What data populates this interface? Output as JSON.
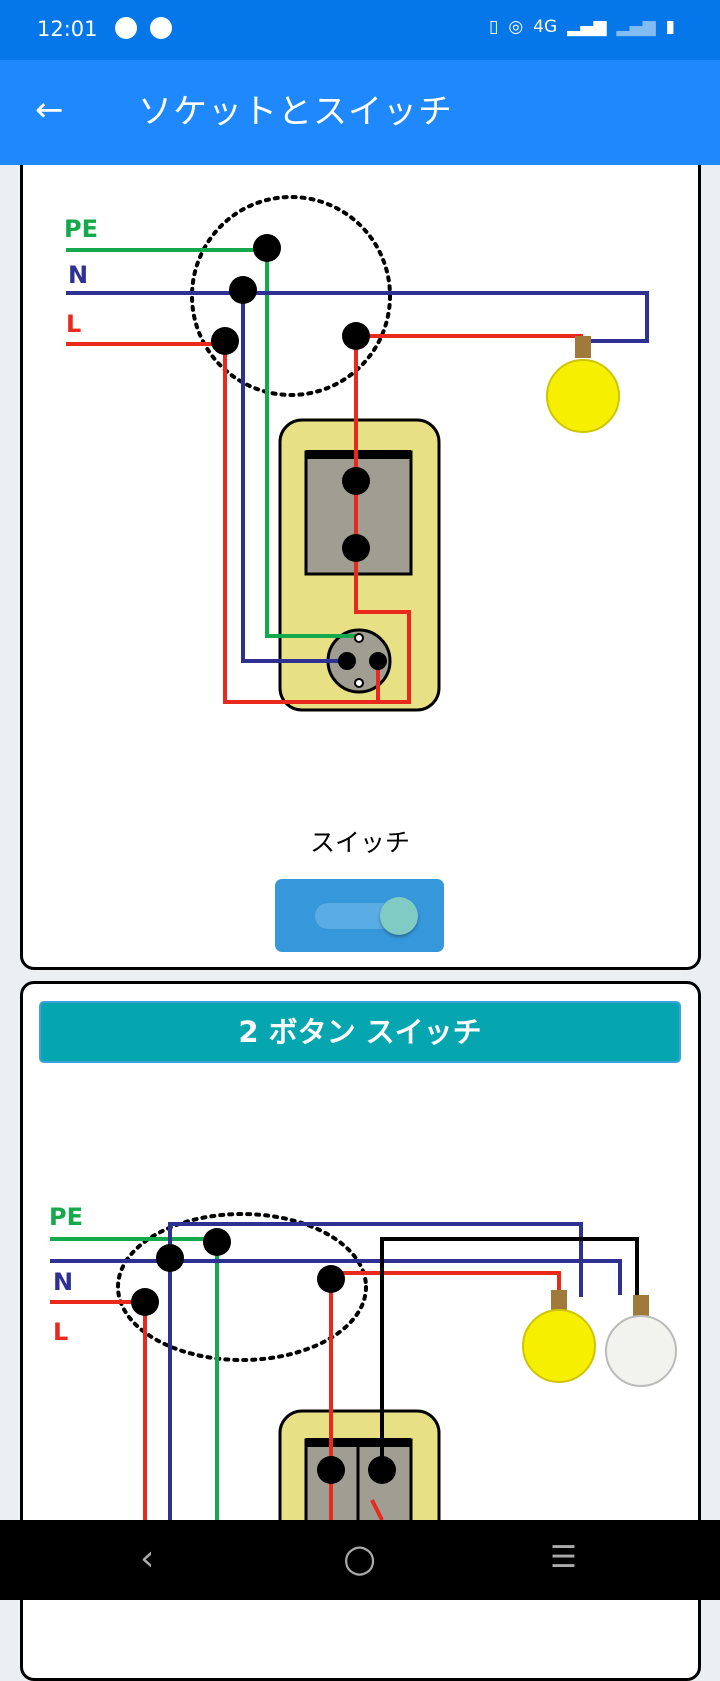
{
  "status_bar": {
    "time": "12:01",
    "network": "4G"
  },
  "app_bar": {
    "title": "ソケットとスイッチ",
    "back_icon": "arrow-left-icon"
  },
  "card1": {
    "switch_label": "スイッチ",
    "switch_on": true,
    "diagram_labels": {
      "pe": "PE",
      "n": "N",
      "l": "L"
    }
  },
  "card2": {
    "title": "2 ボタン スイッチ",
    "diagram_labels": {
      "pe": "PE",
      "n": "N",
      "l": "L"
    }
  },
  "colors": {
    "status": "#0677e8",
    "appbar": "#1e88fc",
    "teal": "#06a6b0",
    "pe": "#14a94a",
    "n": "#2e3192",
    "l": "#e8291c"
  }
}
